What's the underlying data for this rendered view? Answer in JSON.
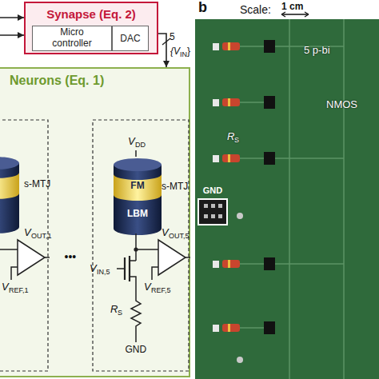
{
  "diagram": {
    "nodes": [
      {
        "text": [
          "Synapse (Eq. 2)"
        ]
      },
      {
        "text": [
          "Micro controller"
        ],
        "in": 0
      },
      {
        "text": [
          "DAC"
        ],
        "in": 0
      },
      {
        "text": [
          "Neurons (Eq. 1)"
        ]
      },
      {
        "text": [
          "FM",
          "LBM",
          "s-MTJ"
        ],
        "in": 3
      },
      {
        "text": [
          "GND"
        ]
      }
    ],
    "edges": [
      {
        "from": 0,
        "to": 3,
        "arrow": "to",
        "label": "5"
      }
    ],
    "labels": [
      "b",
      "Scale:",
      "1 cm",
      "5 p-bi",
      "NMOS",
      "R",
      "S",
      "{V",
      "IN",
      "}",
      "s-MTJ",
      "V",
      "OUT,1",
      "V",
      "REF,1",
      "•••",
      "V",
      "DD",
      "V",
      "IN,5",
      "R",
      "S",
      "GND",
      "V",
      "OUT,5",
      "V",
      "REF,5"
    ]
  }
}
